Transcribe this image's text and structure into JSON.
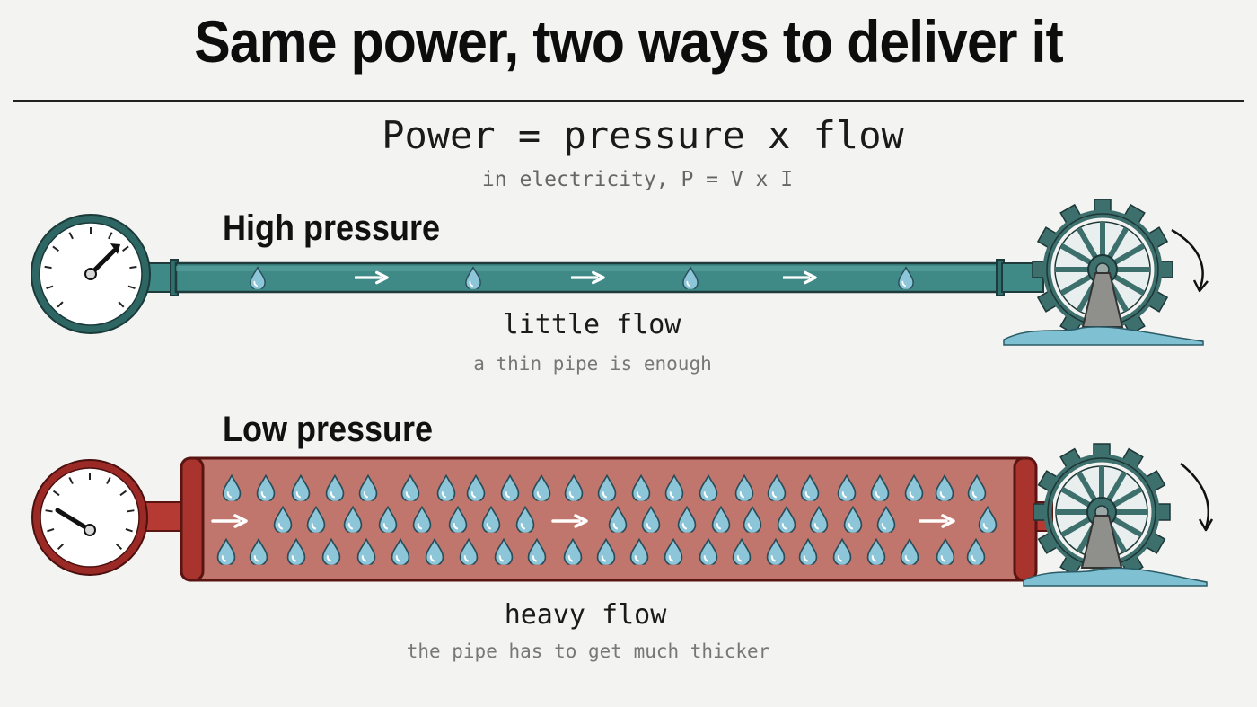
{
  "title": "Same power, two ways to deliver it",
  "formula": {
    "main": "Power = pressure x flow",
    "sub": "in electricity, P = V x I"
  },
  "high": {
    "heading": "High pressure",
    "flow_label": "little flow",
    "note": "a thin pipe is enough",
    "pipe_color": "#3f8a87"
  },
  "low": {
    "heading": "Low pressure",
    "flow_label": "heavy flow",
    "note": "the pipe has to get much thicker",
    "pipe_color": "#c0766c"
  },
  "colors": {
    "outline": "#1f3a3a",
    "gauge_ring_high": "#2e6664",
    "gauge_ring_low": "#9b2a26",
    "drop": "#8cc6d8",
    "wheel": "#3d6f6d",
    "water": "#7fc1d2"
  },
  "icons": [
    "pressure-gauge-icon",
    "water-drop-icon",
    "flow-arrow-icon",
    "water-wheel-icon",
    "rotation-arrow-icon"
  ]
}
